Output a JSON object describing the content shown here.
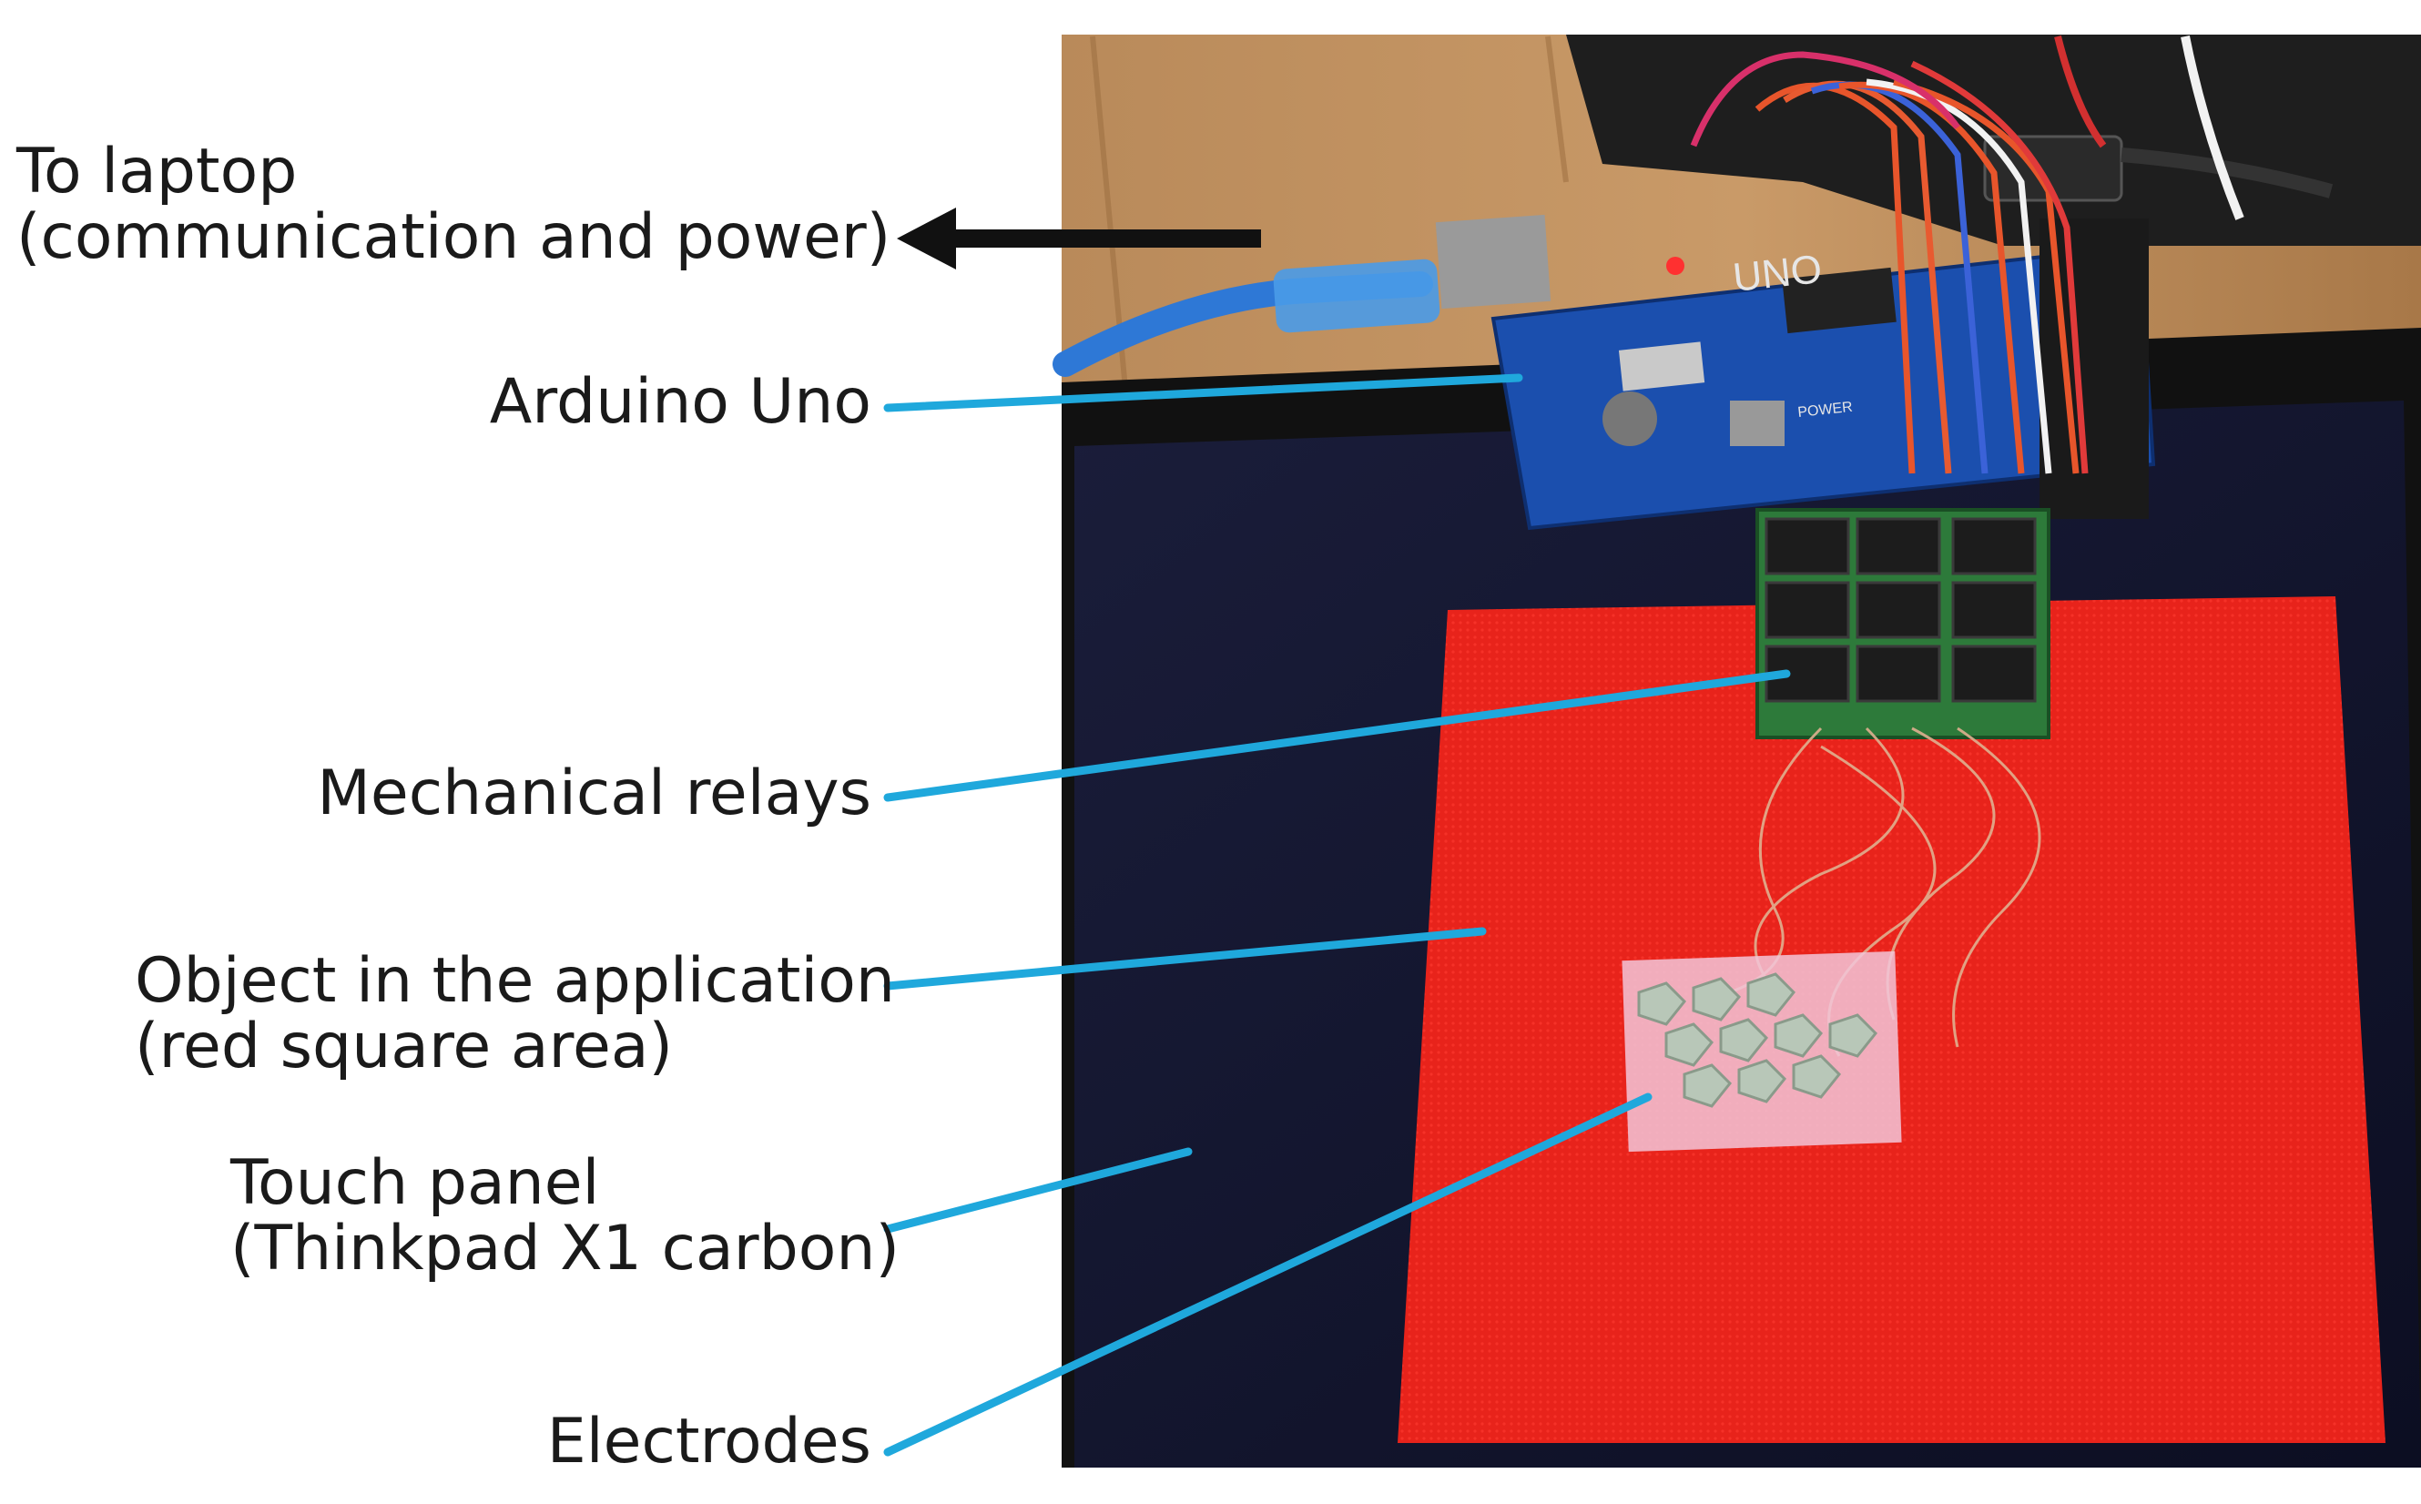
{
  "colors": {
    "leader_line": "#1fa8dc",
    "arrow": "#111111",
    "label_text": "#1a1a1a"
  },
  "labels": {
    "to_laptop": {
      "line1": "To laptop",
      "line2": "(communication and power)"
    },
    "arduino": "Arduino Uno",
    "relays": "Mechanical relays",
    "object": {
      "line1": "Object in the application",
      "line2": "(red square area)"
    },
    "touch_panel": {
      "line1": "Touch panel",
      "line2": "(Thinkpad X1 carbon)"
    },
    "electrodes": "Electrodes"
  },
  "photo": {
    "board_text": "UNO",
    "power_text": "POWER"
  }
}
